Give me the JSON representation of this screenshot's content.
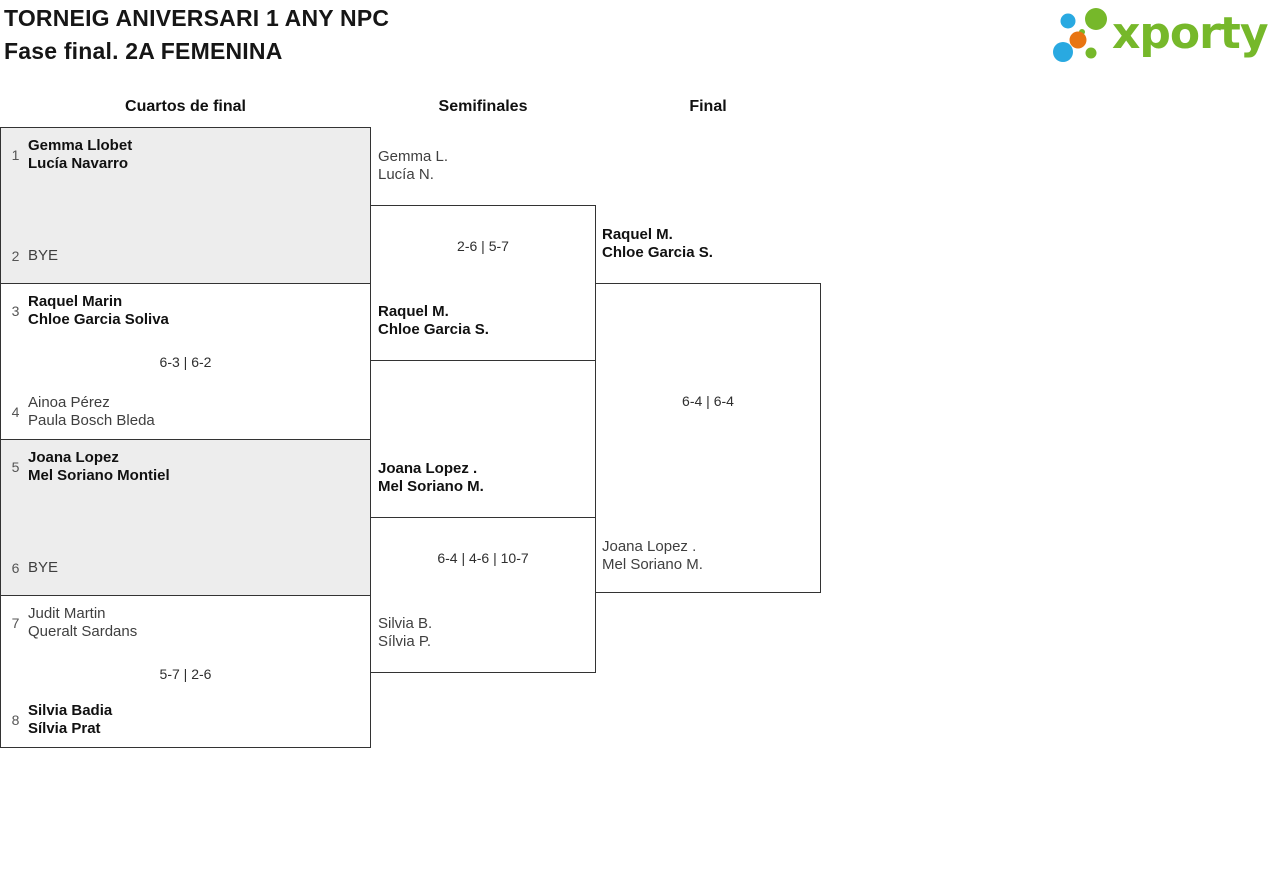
{
  "header": {
    "title_line1": "TORNEIG ANIVERSARI 1 ANY NPC",
    "title_line2": "Fase final. 2A FEMENINA"
  },
  "logo": {
    "brand": "xporty",
    "green": "#76b82a",
    "blue": "#29a9e1",
    "orange": "#e87511"
  },
  "colors": {
    "bye_box_fill": "#ededed",
    "bracket_border": "#333333"
  },
  "rounds": [
    {
      "label": "Cuartos de final"
    },
    {
      "label": "Semifinales"
    },
    {
      "label": "Final"
    }
  ],
  "quarterfinals": [
    {
      "seed_top": "1",
      "top_line1": "Gemma Llobet",
      "top_line2": "Lucía Navarro",
      "top_winner": true,
      "seed_bottom": "2",
      "bottom_line1": "BYE"
    },
    {
      "seed_top": "3",
      "top_line1": "Raquel Marin",
      "top_line2": "Chloe Garcia Soliva",
      "top_winner": true,
      "seed_bottom": "4",
      "bottom_line1": "Ainoa Pérez",
      "bottom_line2": "Paula Bosch Bleda",
      "score": "6-3 | 6-2"
    },
    {
      "seed_top": "5",
      "top_line1": "Joana Lopez",
      "top_line2": "Mel Soriano Montiel",
      "top_winner": true,
      "seed_bottom": "6",
      "bottom_line1": "BYE"
    },
    {
      "seed_top": "7",
      "top_line1": "Judit Martin",
      "top_line2": "Queralt Sardans",
      "seed_bottom": "8",
      "bottom_line1": "Silvia Badia",
      "bottom_line2": "Sílvia Prat",
      "bottom_winner": true,
      "score": "5-7 | 2-6"
    }
  ],
  "semifinals": [
    {
      "top_line1": "Gemma L.",
      "top_line2": "Lucía N.",
      "bottom_line1": "Raquel M.",
      "bottom_line2": "Chloe Garcia S.",
      "bottom_winner": true,
      "score": "2-6 | 5-7"
    },
    {
      "top_line1": "Joana Lopez .",
      "top_line2": "Mel Soriano M.",
      "top_winner": true,
      "bottom_line1": "Silvia B.",
      "bottom_line2": "Sílvia P.",
      "score": "6-4 | 4-6 | 10-7"
    }
  ],
  "final": {
    "top_line1": "Raquel M.",
    "top_line2": "Chloe Garcia S.",
    "top_winner": true,
    "bottom_line1": "Joana Lopez .",
    "bottom_line2": "Mel Soriano M.",
    "score": "6-4 | 6-4"
  }
}
